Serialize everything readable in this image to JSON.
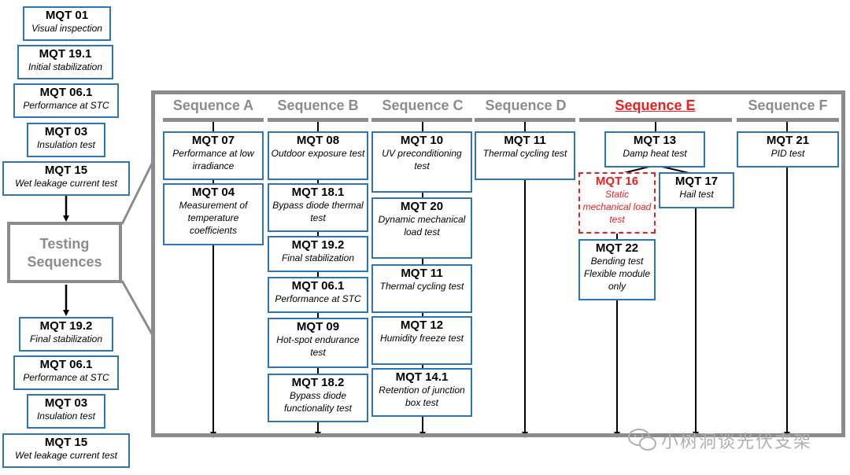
{
  "left_column": [
    {
      "code": "MQT 01",
      "desc": "Visual inspection"
    },
    {
      "code": "MQT 19.1",
      "desc": "Initial stabilization"
    },
    {
      "code": "MQT 06.1",
      "desc": "Performance at STC"
    },
    {
      "code": "MQT 03",
      "desc": "Insulation test"
    },
    {
      "code": "MQT 15",
      "desc": "Wet leakage current test"
    },
    {
      "code": "MQT 19.2",
      "desc": "Final stabilization"
    },
    {
      "code": "MQT 06.1",
      "desc": "Performance at STC"
    },
    {
      "code": "MQT 03",
      "desc": "Insulation test"
    },
    {
      "code": "MQT 15",
      "desc": "Wet leakage current test"
    }
  ],
  "testing_sequences": {
    "line1": "Testing",
    "line2": "Sequences"
  },
  "sequences": {
    "a": {
      "title": "Sequence A",
      "boxes": [
        {
          "code": "MQT 07",
          "desc": "Performance at low irradiance"
        },
        {
          "code": "MQT 04",
          "desc": "Measurement of temperature coefficients"
        }
      ]
    },
    "b": {
      "title": "Sequence B",
      "boxes": [
        {
          "code": "MQT 08",
          "desc": "Outdoor exposure test"
        },
        {
          "code": "MQT 18.1",
          "desc": "Bypass diode thermal test"
        },
        {
          "code": "MQT 19.2",
          "desc": "Final stabilization"
        },
        {
          "code": "MQT 06.1",
          "desc": "Performance at STC"
        },
        {
          "code": "MQT 09",
          "desc": "Hot-spot endurance test"
        },
        {
          "code": "MQT 18.2",
          "desc": "Bypass diode functionality test"
        }
      ]
    },
    "c": {
      "title": "Sequence C",
      "boxes": [
        {
          "code": "MQT 10",
          "desc": "UV preconditioning test"
        },
        {
          "code": "MQT 20",
          "desc": "Dynamic mechanical load test"
        },
        {
          "code": "MQT 11",
          "desc": "Thermal cycling test"
        },
        {
          "code": "MQT 12",
          "desc": "Humidity freeze test"
        },
        {
          "code": "MQT 14.1",
          "desc": "Retention of junction box test"
        }
      ]
    },
    "d": {
      "title": "Sequence D",
      "boxes": [
        {
          "code": "MQT 11",
          "desc": "Thermal cycling test"
        }
      ]
    },
    "e": {
      "title": "Sequence E",
      "boxes": [
        {
          "code": "MQT 13",
          "desc": "Damp heat test"
        },
        {
          "code": "MQT 16",
          "desc": "Static mechanical load test"
        },
        {
          "code": "MQT 17",
          "desc": "Hail test"
        },
        {
          "code": "MQT 22",
          "desc": "Bending test Flexible module only"
        }
      ]
    },
    "f": {
      "title": "Sequence F",
      "boxes": [
        {
          "code": "MQT 21",
          "desc": "PID test"
        }
      ]
    }
  },
  "watermark": "小树洞谈光伏支架",
  "colors": {
    "box_border": "#2e75b6",
    "highlight": "#e8201e",
    "frame": "#8c8c8c"
  }
}
